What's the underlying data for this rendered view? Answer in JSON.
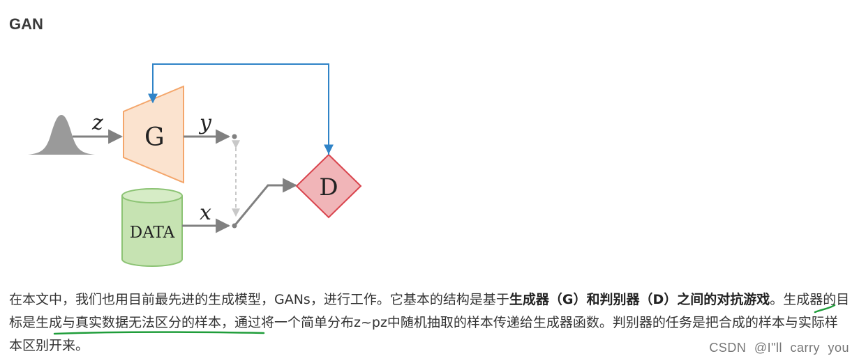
{
  "heading": "GAN",
  "diagram": {
    "generator_label": "G",
    "discriminator_label": "D",
    "data_label": "DATA",
    "noise_label": "z",
    "gen_output_label": "y",
    "data_output_label": "x",
    "colors": {
      "generator_fill": "#fbe3cf",
      "generator_stroke": "#f4a66b",
      "discriminator_fill": "#f1b5b8",
      "discriminator_stroke": "#d9444d",
      "data_fill": "#c6e3b2",
      "data_stroke": "#8cc374",
      "feedback_line": "#2f83c7",
      "arrow": "#808080",
      "noise_fill": "#9a9a9a"
    }
  },
  "paragraph": {
    "part1": "在本文中，我们也用目前最先进的生成模型，GANs，进行工作。它基本的结构是基于",
    "bold": "生成器（G）和判别器（D）之间的对抗游戏",
    "part2": "。生成器的目标是生成与真实数据无法区分的样本，通过将一个简单分布z~pz中随机抽取的样本传递给生成器函数。判别器的任务是把合成的样本与实际样本区别开来。"
  },
  "watermark": "CSDN @I\"ll carry you"
}
